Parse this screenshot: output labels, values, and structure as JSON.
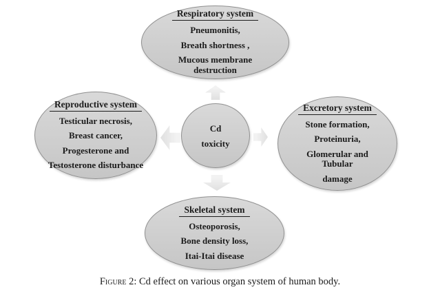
{
  "colors": {
    "node-fill-top": "#d9d9d9",
    "node-fill-bottom": "#c6c6c6",
    "node-border": "#8f8f8f",
    "arrow-fill": "#e2e2e2",
    "arrow-fill-light": "#f2f2f2",
    "text": "#1b1b1b",
    "background": "#ffffff"
  },
  "center_node": {
    "line1": "Cd",
    "line2": "toxicity"
  },
  "nodes": {
    "respiratory": {
      "title": "Respiratory system",
      "lines": [
        "Pneumonitis,",
        "Breath shortness ,",
        "Mucous membrane destruction"
      ]
    },
    "reproductive": {
      "title": "Reproductive system",
      "lines": [
        "Testicular necrosis,",
        "Breast cancer,",
        "Progesterone and",
        "Testosterone disturbance"
      ]
    },
    "excretory": {
      "title": "Excretory system",
      "lines": [
        "Stone formation,",
        "Proteinuria,",
        "Glomerular and Tubular",
        "damage"
      ]
    },
    "skeletal": {
      "title": "Skeletal system",
      "lines": [
        "Osteoporosis,",
        "Bone density loss,",
        "Itai-Itai disease"
      ]
    }
  },
  "caption": {
    "label": "Figure 2:",
    "text": "Cd effect on various organ system of human body."
  }
}
